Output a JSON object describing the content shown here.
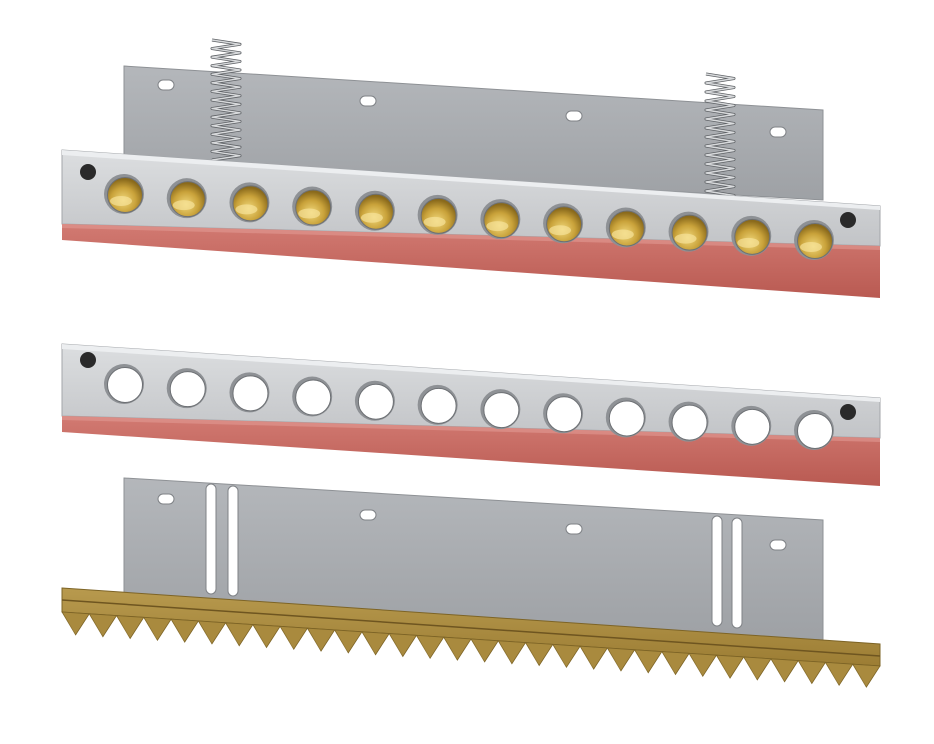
{
  "image": {
    "alt": "",
    "components": {
      "upper_bar_hole_count": 12,
      "lower_bar_hole_count": 12,
      "spring_count": 2,
      "serrated_blade_tooth_count": 30
    },
    "colors": {
      "background": "#ffffff",
      "plate_steel": "#a9acb0",
      "bar_steel": "#c9cbce",
      "rubber_strip": "#c7675f",
      "brass_fill": "#c8a43a",
      "serrated_blade": "#a98a3e",
      "screw": "#2a2a2a"
    }
  }
}
